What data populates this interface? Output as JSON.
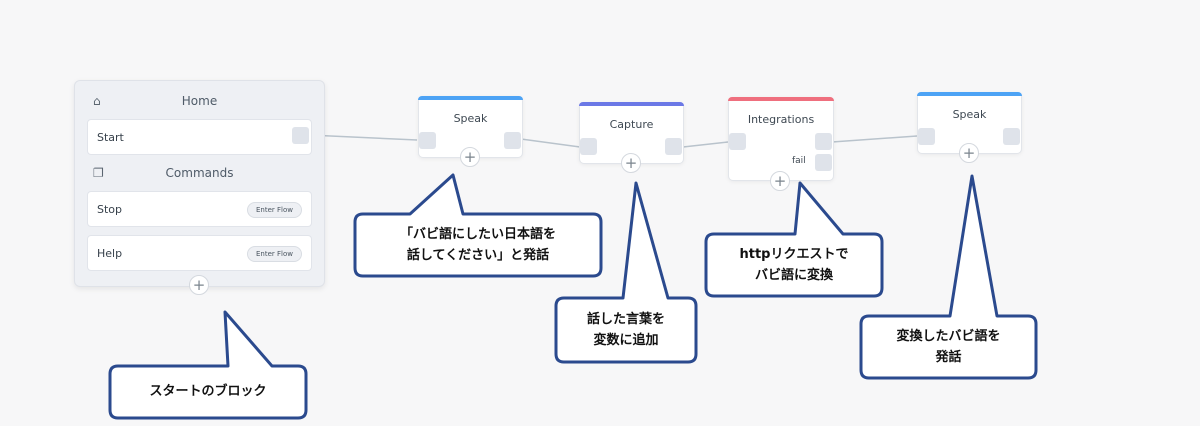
{
  "colors": {
    "speak_bar": "#4da3f5",
    "capture_bar": "#6b78e6",
    "integrations_bar": "#ef6f7e",
    "callout_border": "#2b4a8e"
  },
  "home_panel": {
    "home_title": "Home",
    "home_icon": "home-icon",
    "start_label": "Start",
    "commands_title": "Commands",
    "commands_icon": "stack-icon",
    "commands": [
      {
        "label": "Stop",
        "button": "Enter Flow"
      },
      {
        "label": "Help",
        "button": "Enter Flow"
      }
    ],
    "add_symbol": "+"
  },
  "nodes": {
    "speak1": {
      "title": "Speak",
      "add_symbol": "+"
    },
    "capture": {
      "title": "Capture",
      "add_symbol": "+"
    },
    "integrations": {
      "title": "Integrations",
      "fail_label": "fail",
      "add_symbol": "+"
    },
    "speak2": {
      "title": "Speak",
      "add_symbol": "+"
    }
  },
  "callouts": {
    "start_block": "スタートのブロック",
    "speak1_line1": "「バビ語にしたい日本語を",
    "speak1_line2": "話してください」と発話",
    "capture_line1": "話した言葉を",
    "capture_line2": "変数に追加",
    "integrations_line1": "httpリクエストで",
    "integrations_line2": "バビ語に変換",
    "speak2_line1": "変換したバビ語を",
    "speak2_line2": "発話"
  }
}
